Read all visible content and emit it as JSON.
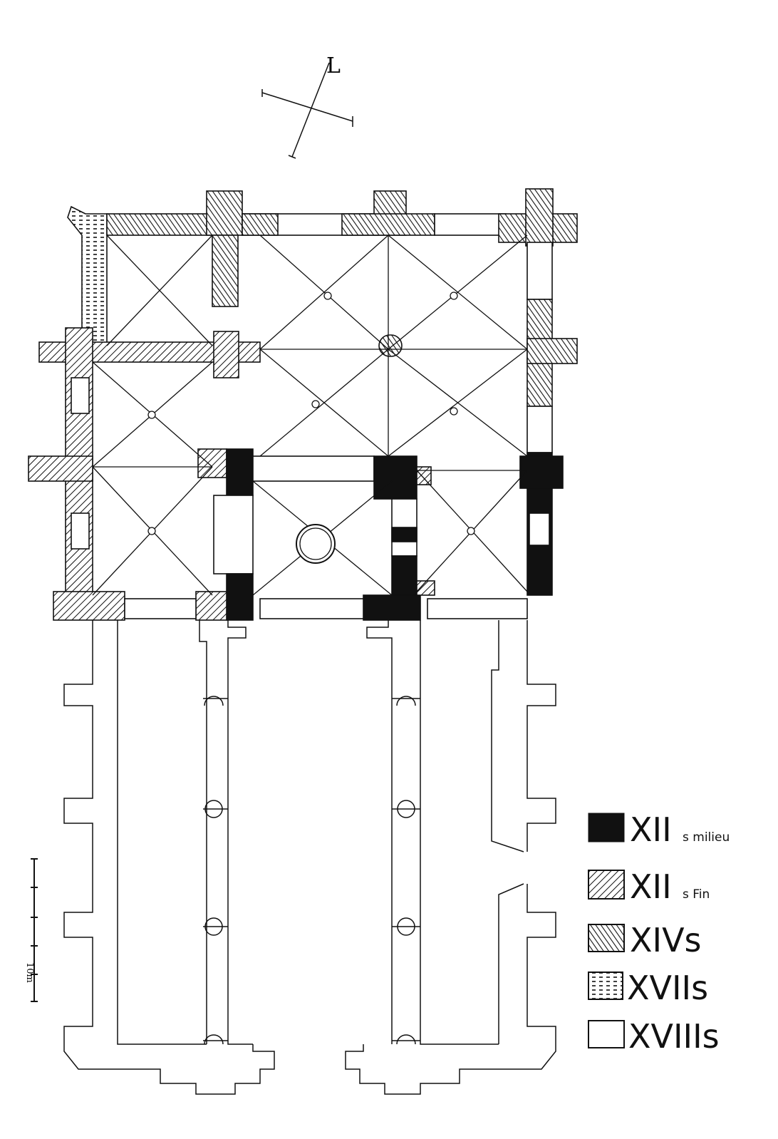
{
  "compass": {
    "label": "L"
  },
  "scale": {
    "label": "10m"
  },
  "legend": [
    {
      "period": "XII",
      "suffix": "s milieu",
      "pattern": "solid-black"
    },
    {
      "period": "XII",
      "suffix": "s Fin",
      "pattern": "hatch-right"
    },
    {
      "period": "XIVs",
      "suffix": "",
      "pattern": "hatch-left"
    },
    {
      "period": "XVIIs",
      "suffix": "",
      "pattern": "dashed"
    },
    {
      "period": "XVIIIs",
      "suffix": "",
      "pattern": "empty"
    }
  ],
  "colors": {
    "ink": "#111111",
    "paper": "#ffffff"
  }
}
